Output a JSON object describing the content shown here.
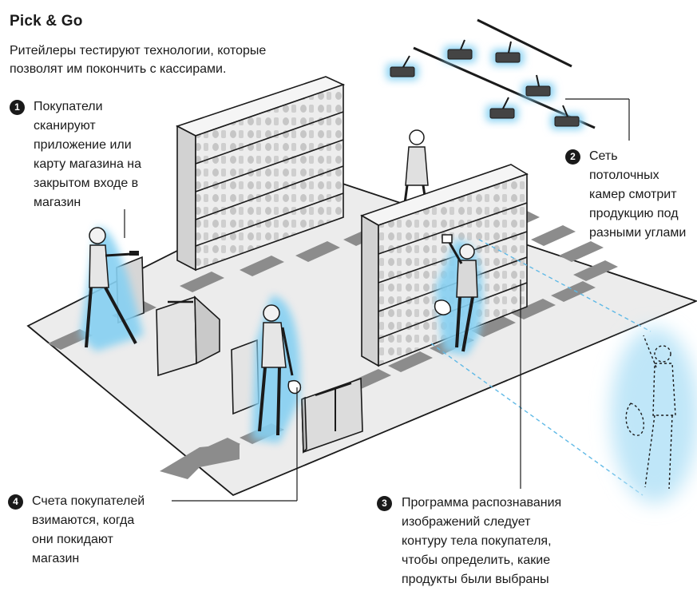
{
  "header": {
    "title": "Pick & Go",
    "subtitle_line1": "Ритейлеры тестируют технологии, которые",
    "subtitle_line2": "позволят им покончить с кассирами."
  },
  "steps": [
    {
      "number": "1",
      "lines": [
        "Покупатели",
        "сканируют",
        "приложение или",
        "карту магазина на",
        "закрытом входе в",
        "магазин"
      ]
    },
    {
      "number": "2",
      "lines": [
        "Сеть",
        "потолочных",
        "камер смотрит",
        "продукцию под",
        "разными углами"
      ]
    },
    {
      "number": "3",
      "lines": [
        "Программа распознавания",
        "изображений следует",
        "контуру тела покупателя,",
        "чтобы определить, какие",
        "продукты были выбраны"
      ]
    },
    {
      "number": "4",
      "lines": [
        "Счета покупателей",
        "взимаются, когда",
        "они покидают",
        "магазин"
      ]
    }
  ],
  "colors": {
    "ink": "#1a1a1a",
    "floor": "#e9e9e9",
    "stripe": "#8a8a8a",
    "glow": "#86d0f2",
    "shelf": "#dcdcdc"
  }
}
